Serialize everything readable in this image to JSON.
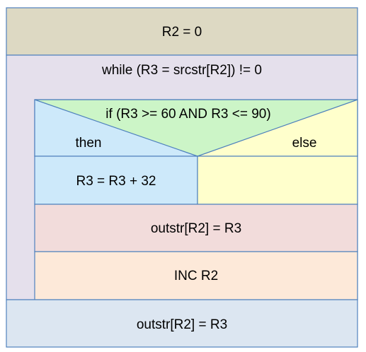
{
  "diagram": {
    "init": {
      "text": "R2 = 0",
      "color": "#ddd9c3"
    },
    "loop": {
      "text": "while (R3 = srcstr[R2]) != 0",
      "color": "#e5e0ec"
    },
    "condition": {
      "text": "if (R3 >= 60 AND R3 <= 90)",
      "then_label": "then",
      "else_label": "else",
      "color_top": "#ccf5c7",
      "color_then": "#cde9fa",
      "color_else": "#ffffcc"
    },
    "then_branch": {
      "text": "R3 = R3 + 32",
      "color": "#cde9fa"
    },
    "else_branch": {
      "text": "",
      "color": "#ffffcc"
    },
    "body_step1": {
      "text": "outstr[R2] = R3",
      "color": "#f2dcdb"
    },
    "body_step2": {
      "text": "INC R2",
      "color": "#fde9d9"
    },
    "final": {
      "text": "outstr[R2] = R3",
      "color": "#dce6f1"
    },
    "line_color": "#4f81bd"
  }
}
